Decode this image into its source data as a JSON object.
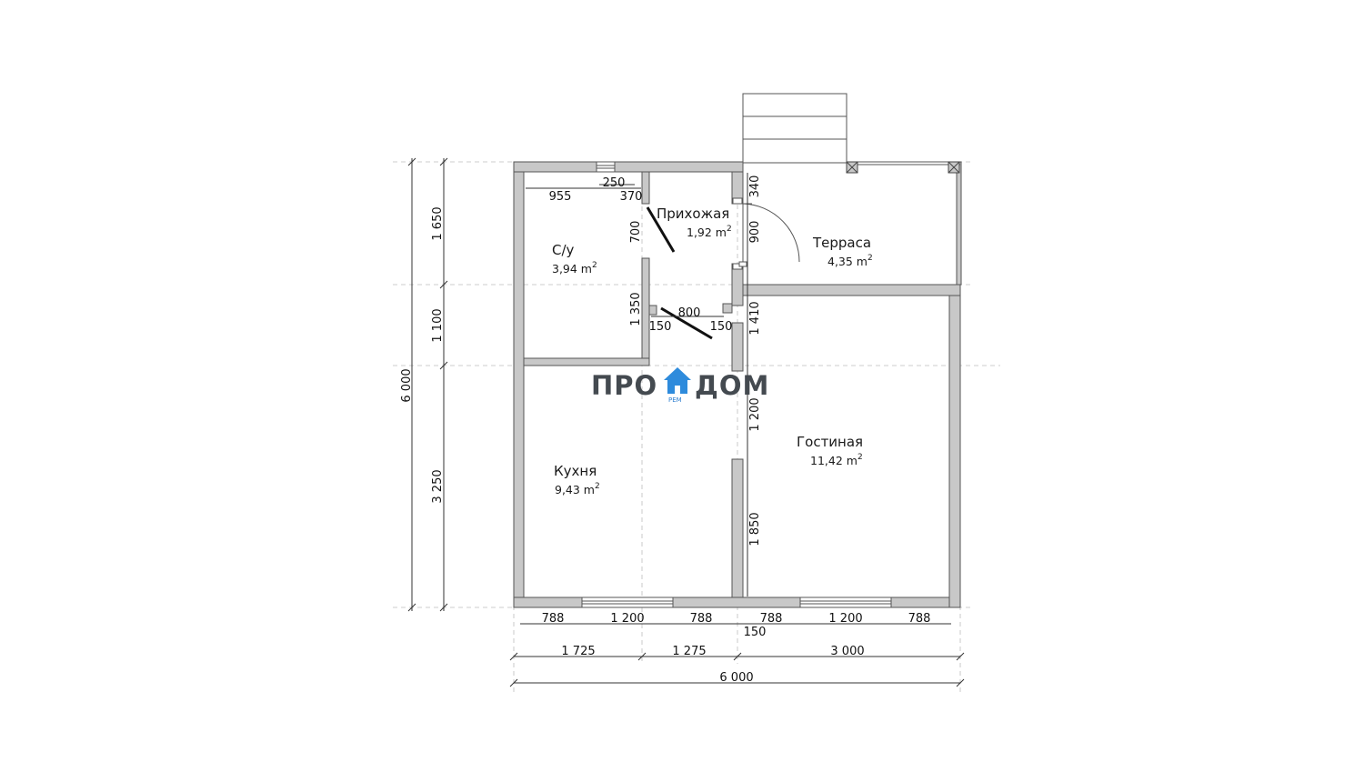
{
  "rooms": {
    "bathroom": {
      "name": "С/у",
      "area": "3,94 m",
      "unit_exp": "2"
    },
    "hallway": {
      "name": "Прихожая",
      "area": "1,92 m",
      "unit_exp": "2"
    },
    "terrace": {
      "name": "Терраса",
      "area": "4,35 m",
      "unit_exp": "2"
    },
    "kitchen": {
      "name": "Кухня",
      "area": "9,43 m",
      "unit_exp": "2"
    },
    "living": {
      "name": "Гостиная",
      "area": "11,42 m",
      "unit_exp": "2"
    }
  },
  "logo": {
    "left": "ПРО",
    "right": "ДОМ",
    "sub": "РЕМ",
    "house_color": "#2e8bdc",
    "text_color": "#444a50"
  },
  "dimensions": {
    "left_outer": "6 000",
    "left_inner": [
      "1 650",
      "1 100",
      "3 250"
    ],
    "bottom_openings": [
      "788",
      "1 200",
      "788",
      "788",
      "1 200",
      "788"
    ],
    "bottom_wall": "150",
    "bottom_rooms": [
      "1 725",
      "1 275",
      "3 000"
    ],
    "bottom_total": "6 000",
    "bath_top_1": "250",
    "bath_top_2": "955",
    "bath_top_3": "370",
    "bath_door": "700",
    "bath_wall": "1 350",
    "hall_door_width": "800",
    "hall_door_left": "150",
    "hall_door_right": "150",
    "entry_top": "340",
    "entry_door": "900",
    "living_top": "1 410",
    "living_opening": "1 200",
    "living_bottom": "1 850"
  },
  "colors": {
    "wall_fill": "#c8c8c8",
    "wall_stroke": "#555555",
    "dim_line": "#333333",
    "guide": "#bbbbbb"
  }
}
